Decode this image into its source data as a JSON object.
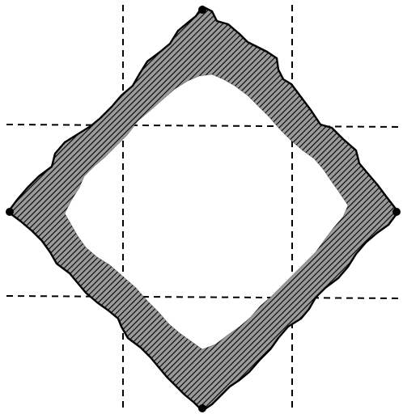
{
  "figure": {
    "colors": {
      "background": "#ffffff",
      "ink": "#000000",
      "fill": "#9a9a9a"
    },
    "elements": [
      "vertical-dashed-guide-left",
      "vertical-dashed-guide-right",
      "horizontal-dashed-guide-top",
      "horizontal-dashed-guide-bottom",
      "hatched-diamond-band",
      "jagged-outer-boundary",
      "jagged-inner-boundary"
    ]
  }
}
